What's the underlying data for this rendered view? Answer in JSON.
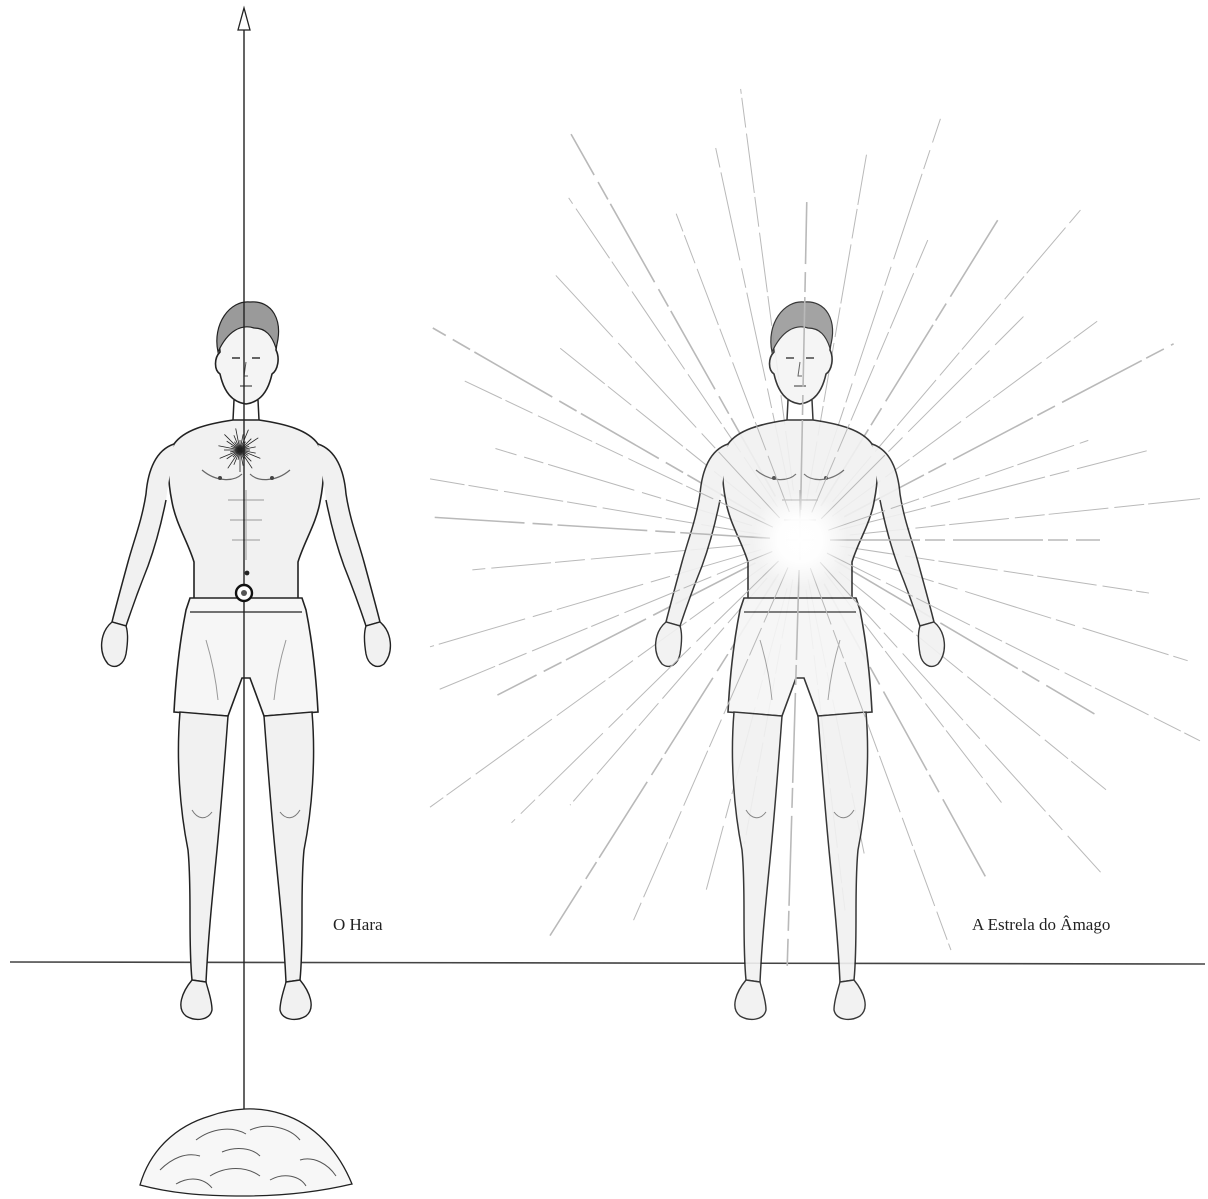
{
  "figures": [
    {
      "id": "hara",
      "caption": "O Hara"
    },
    {
      "id": "core-star",
      "caption": "A Estrela do Âmago"
    }
  ],
  "colors": {
    "ink": "#222222",
    "skin_shade": "#8a8a8a",
    "ray": "#b9b9b9",
    "background": "#ffffff"
  },
  "icons": [
    "arrow-up-icon",
    "earth-mound-icon",
    "tan-tien-circle-icon",
    "soul-seat-burst-icon",
    "core-star-glow-icon"
  ]
}
